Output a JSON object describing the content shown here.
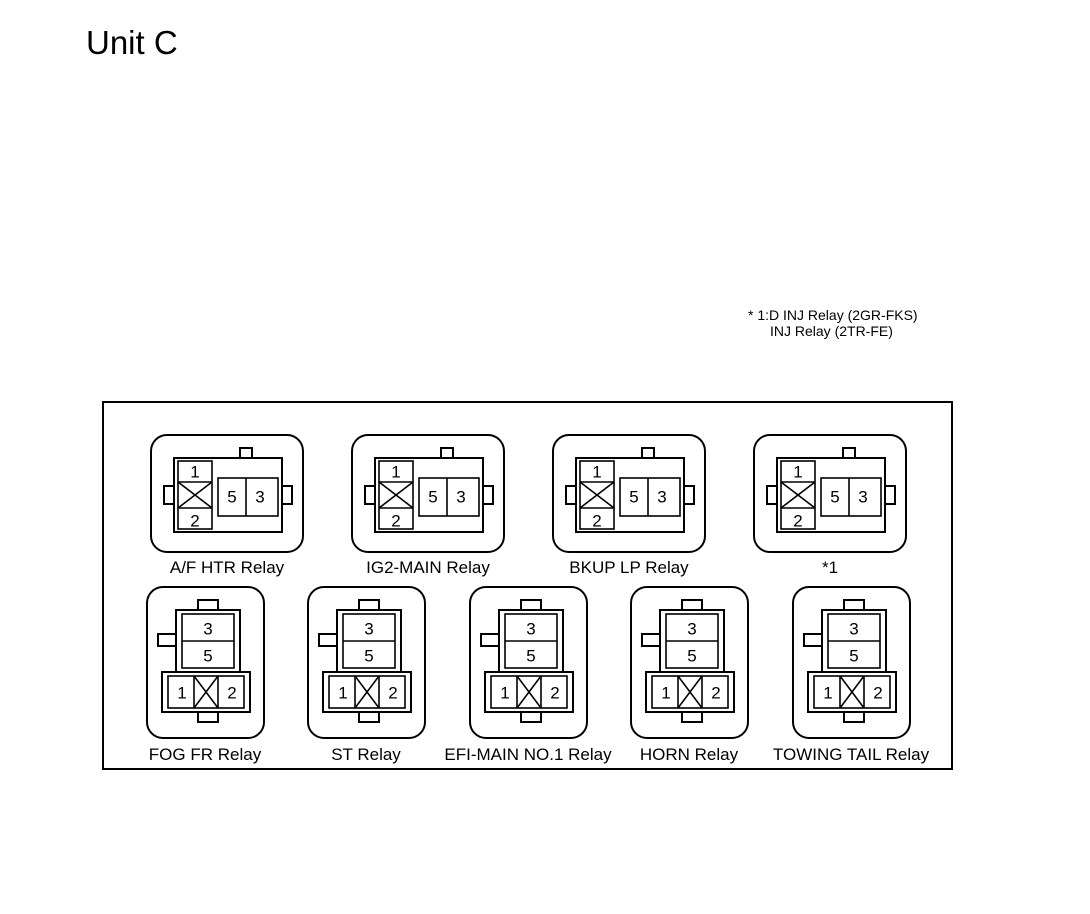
{
  "title": "Unit C",
  "note": {
    "line1": "* 1:D INJ Relay (2GR-FKS)",
    "line2": "INJ Relay (2TR-FE)"
  },
  "pin_numbers": {
    "p1": "1",
    "p2": "2",
    "p3": "3",
    "p5": "5"
  },
  "top_relays": [
    {
      "label": "A/F HTR Relay"
    },
    {
      "label": "IG2-MAIN Relay"
    },
    {
      "label": "BKUP LP Relay"
    },
    {
      "label": "*1"
    }
  ],
  "bottom_relays": [
    {
      "label": "FOG FR Relay"
    },
    {
      "label": "ST Relay"
    },
    {
      "label": "EFI-MAIN NO.1 Relay"
    },
    {
      "label": "HORN Relay"
    },
    {
      "label": "TOWING TAIL Relay"
    }
  ]
}
